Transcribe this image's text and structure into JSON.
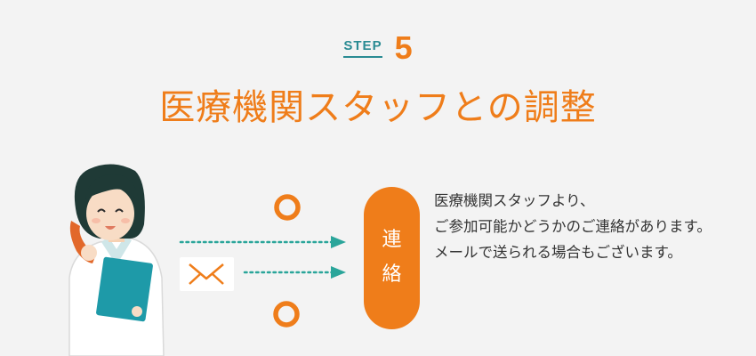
{
  "step": {
    "label": "STEP",
    "number": "5"
  },
  "title": "医療機関スタッフとの調整",
  "contact": {
    "chars": [
      "連",
      "絡"
    ]
  },
  "description": [
    "医療機関スタッフより、",
    "ご参加可能かどうかのご連絡があります。",
    "メールで送られる場合もございます。"
  ],
  "colors": {
    "accent": "#ef7d1a",
    "teal": "#2a8b93",
    "background": "#f3f3f3",
    "text": "#333333"
  },
  "icons": [
    "phone-icon",
    "envelope-icon",
    "arrow-icon",
    "circle-icon"
  ]
}
